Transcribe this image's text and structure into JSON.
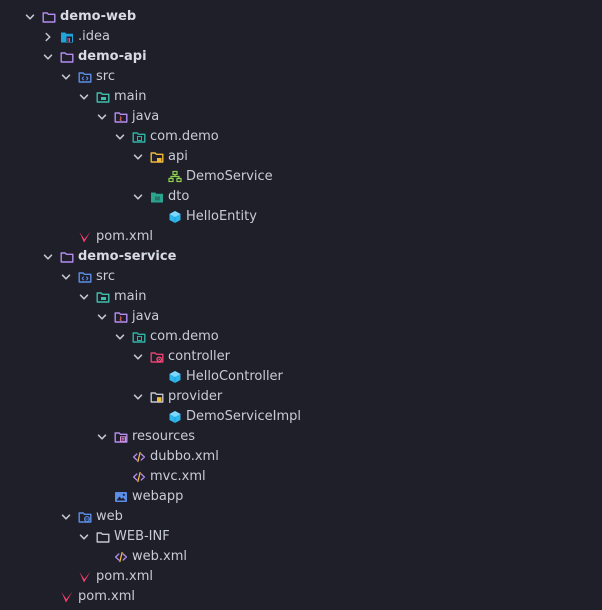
{
  "tree": [
    {
      "label": "demo-web",
      "depth": 0,
      "expanded": true,
      "icon": "module-folder-icon",
      "bold": true
    },
    {
      "label": ".idea",
      "depth": 1,
      "expanded": false,
      "icon": "idea-folder-icon"
    },
    {
      "label": "demo-api",
      "depth": 1,
      "expanded": true,
      "icon": "module-folder-icon",
      "bold": true
    },
    {
      "label": "src",
      "depth": 2,
      "expanded": true,
      "icon": "src-folder-icon"
    },
    {
      "label": "main",
      "depth": 3,
      "expanded": true,
      "icon": "main-folder-icon"
    },
    {
      "label": "java",
      "depth": 4,
      "expanded": true,
      "icon": "java-folder-icon"
    },
    {
      "label": "com.demo",
      "depth": 5,
      "expanded": true,
      "icon": "package-folder-icon"
    },
    {
      "label": "api",
      "depth": 6,
      "expanded": true,
      "icon": "api-folder-icon"
    },
    {
      "label": "DemoService",
      "depth": 7,
      "leaf": true,
      "icon": "interface-icon"
    },
    {
      "label": "dto",
      "depth": 6,
      "expanded": true,
      "icon": "dto-folder-icon"
    },
    {
      "label": "HelloEntity",
      "depth": 7,
      "leaf": true,
      "icon": "class-icon"
    },
    {
      "label": "pom.xml",
      "depth": 2,
      "leaf": true,
      "icon": "maven-icon"
    },
    {
      "label": "demo-service",
      "depth": 1,
      "expanded": true,
      "icon": "module-folder-icon",
      "bold": true
    },
    {
      "label": "src",
      "depth": 2,
      "expanded": true,
      "icon": "src-folder-icon"
    },
    {
      "label": "main",
      "depth": 3,
      "expanded": true,
      "icon": "main-folder-icon"
    },
    {
      "label": "java",
      "depth": 4,
      "expanded": true,
      "icon": "java-folder-icon"
    },
    {
      "label": "com.demo",
      "depth": 5,
      "expanded": true,
      "icon": "package-folder-icon"
    },
    {
      "label": "controller",
      "depth": 6,
      "expanded": true,
      "icon": "controller-folder-icon"
    },
    {
      "label": "HelloController",
      "depth": 7,
      "leaf": true,
      "icon": "class-icon"
    },
    {
      "label": "provider",
      "depth": 6,
      "expanded": true,
      "icon": "provider-folder-icon"
    },
    {
      "label": "DemoServiceImpl",
      "depth": 7,
      "leaf": true,
      "icon": "class-icon"
    },
    {
      "label": "resources",
      "depth": 4,
      "expanded": true,
      "icon": "resources-folder-icon"
    },
    {
      "label": "dubbo.xml",
      "depth": 5,
      "leaf": true,
      "icon": "xml-icon"
    },
    {
      "label": "mvc.xml",
      "depth": 5,
      "leaf": true,
      "icon": "xml-icon"
    },
    {
      "label": "webapp",
      "depth": 4,
      "leaf": true,
      "icon": "webapp-icon"
    },
    {
      "label": "web",
      "depth": 2,
      "expanded": true,
      "icon": "web-folder-icon"
    },
    {
      "label": "WEB-INF",
      "depth": 3,
      "expanded": true,
      "icon": "folder-icon"
    },
    {
      "label": "web.xml",
      "depth": 4,
      "leaf": true,
      "icon": "xml-icon"
    },
    {
      "label": "pom.xml",
      "depth": 2,
      "leaf": true,
      "icon": "maven-icon"
    },
    {
      "label": "pom.xml",
      "depth": 1,
      "leaf": true,
      "icon": "maven-icon"
    }
  ]
}
